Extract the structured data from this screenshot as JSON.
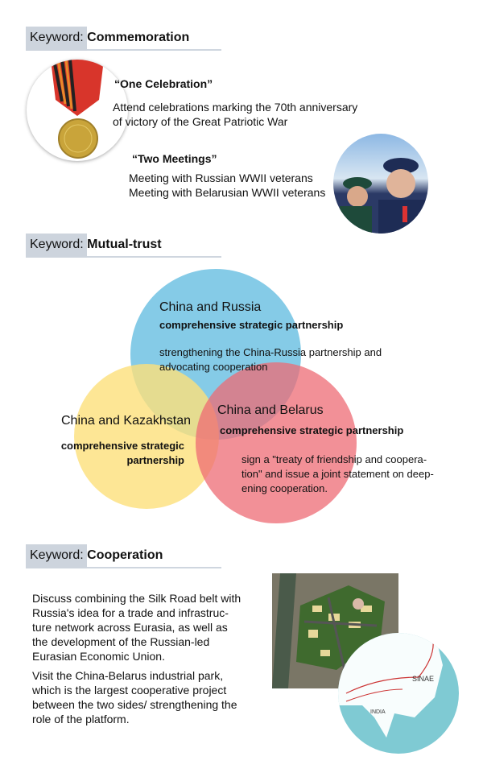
{
  "sections": [
    {
      "keyword_label": "Keyword",
      "keyword_sep": ":",
      "keyword": "Commemoration"
    },
    {
      "keyword_label": "Keyword",
      "keyword_sep": ":",
      "keyword": "Mutual-trust"
    },
    {
      "keyword_label": "Keyword",
      "keyword_sep": ":",
      "keyword": "Cooperation"
    }
  ],
  "commemoration": {
    "one_title": "“One Celebration”",
    "one_lines": [
      "Attend celebrations marking the 70th anniversary",
      "of victory of the Great Patriotic War"
    ],
    "two_title": "“Two Meetings”",
    "two_lines": [
      "Meeting with Russian WWII veterans",
      "Meeting with Belarusian WWII veterans"
    ]
  },
  "venn": {
    "russia": {
      "title": "China and Russia",
      "sub": "comprehensive strategic partnership",
      "lines": [
        "strengthening the China-Russia partnership and",
        "advocating cooperation"
      ]
    },
    "kazakhstan": {
      "title": "China and Kazakhstan",
      "sub_lines": [
        "comprehensive strategic",
        "partnership"
      ]
    },
    "belarus": {
      "title": "China and Belarus",
      "sub": "comprehensive strategic partnership",
      "lines": [
        "sign a \"treaty of friendship and coopera-",
        "tion\" and issue a joint statement on deep-",
        "ening cooperation."
      ]
    },
    "colors": {
      "russia": "#7ec8e6",
      "kazakhstan": "#fde07a",
      "belarus": "#ee6b74"
    }
  },
  "cooperation": {
    "para1": [
      "Discuss combining the Silk Road belt with",
      "Russia's idea for a trade and infrastruc-",
      "ture network across Eurasia, as well as",
      "the development of the Russian-led",
      "Eurasian Economic Union."
    ],
    "para2": [
      "Visit the China-Belarus industrial park,",
      "which is the largest cooperative project",
      "between the two sides/ strengthening the",
      "role of the platform."
    ],
    "map_labels": [
      "SINAE",
      "INDIA"
    ]
  }
}
